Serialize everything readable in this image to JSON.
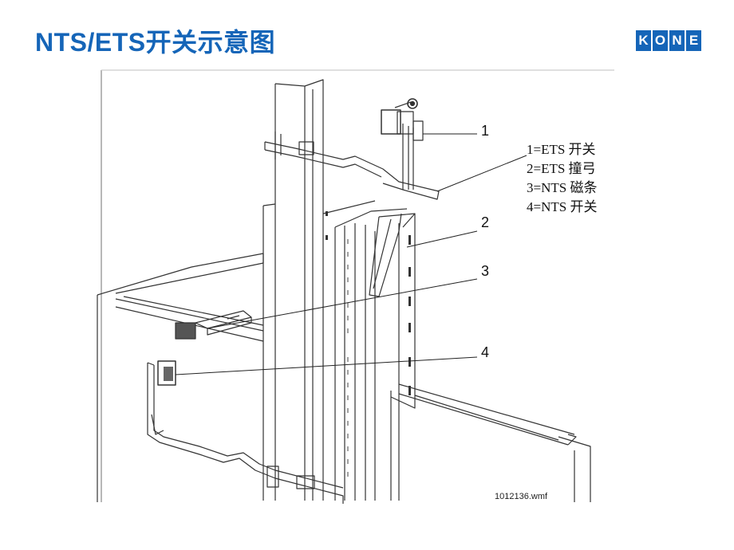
{
  "title": "NTS/ETS开关示意图",
  "logo": {
    "letters": [
      "K",
      "O",
      "N",
      "E"
    ],
    "color": "#1565b8"
  },
  "callouts": [
    "1",
    "2",
    "3",
    "4"
  ],
  "legend": [
    "1=ETS 开关",
    "2=ETS 撞弓",
    "3=NTS 磁条",
    "4=NTS 开关"
  ],
  "file_name": "1012136.wmf"
}
